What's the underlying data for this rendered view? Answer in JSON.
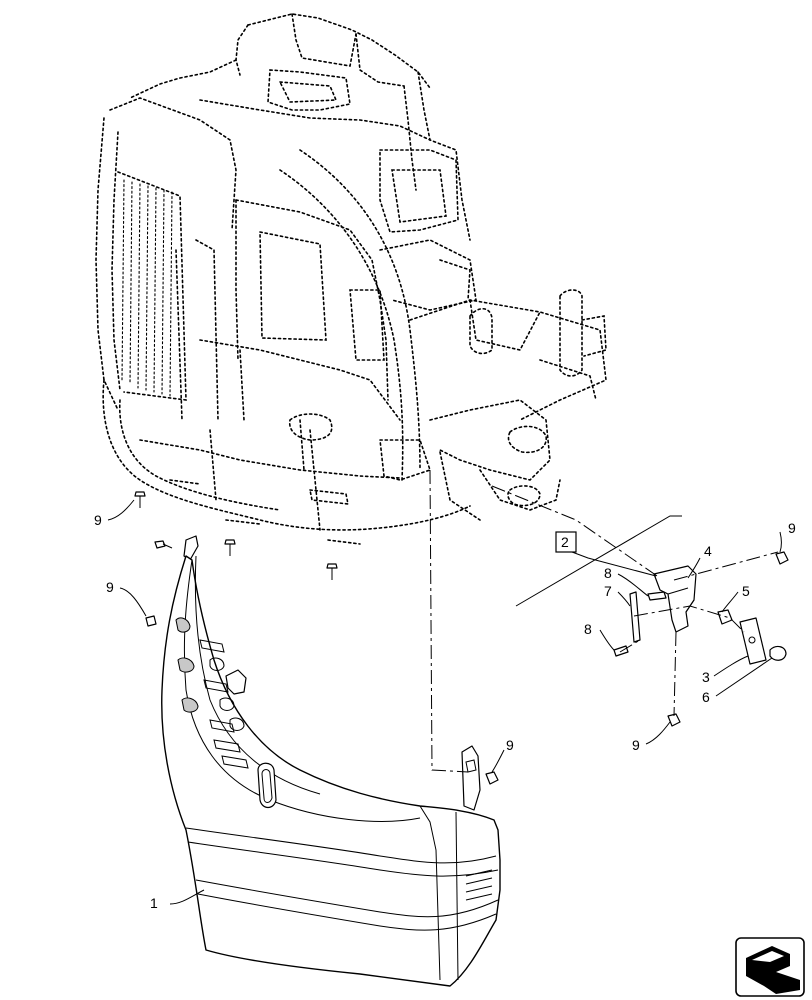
{
  "callouts": {
    "c9_left_top": "9",
    "c9_left_mid": "9",
    "c9_right_top": "9",
    "c9_right_bottom": "9",
    "c9_center": "9",
    "c1": "1",
    "c2": "2",
    "c3": "3",
    "c4": "4",
    "c5": "5",
    "c6": "6",
    "c7": "7",
    "c8_top": "8",
    "c8_bottom": "8"
  },
  "icons": {
    "nav": "navigation-arrow-icon"
  },
  "colors": {
    "line": "#000000",
    "background": "#ffffff",
    "fill_gray": "#c8c8c8"
  }
}
